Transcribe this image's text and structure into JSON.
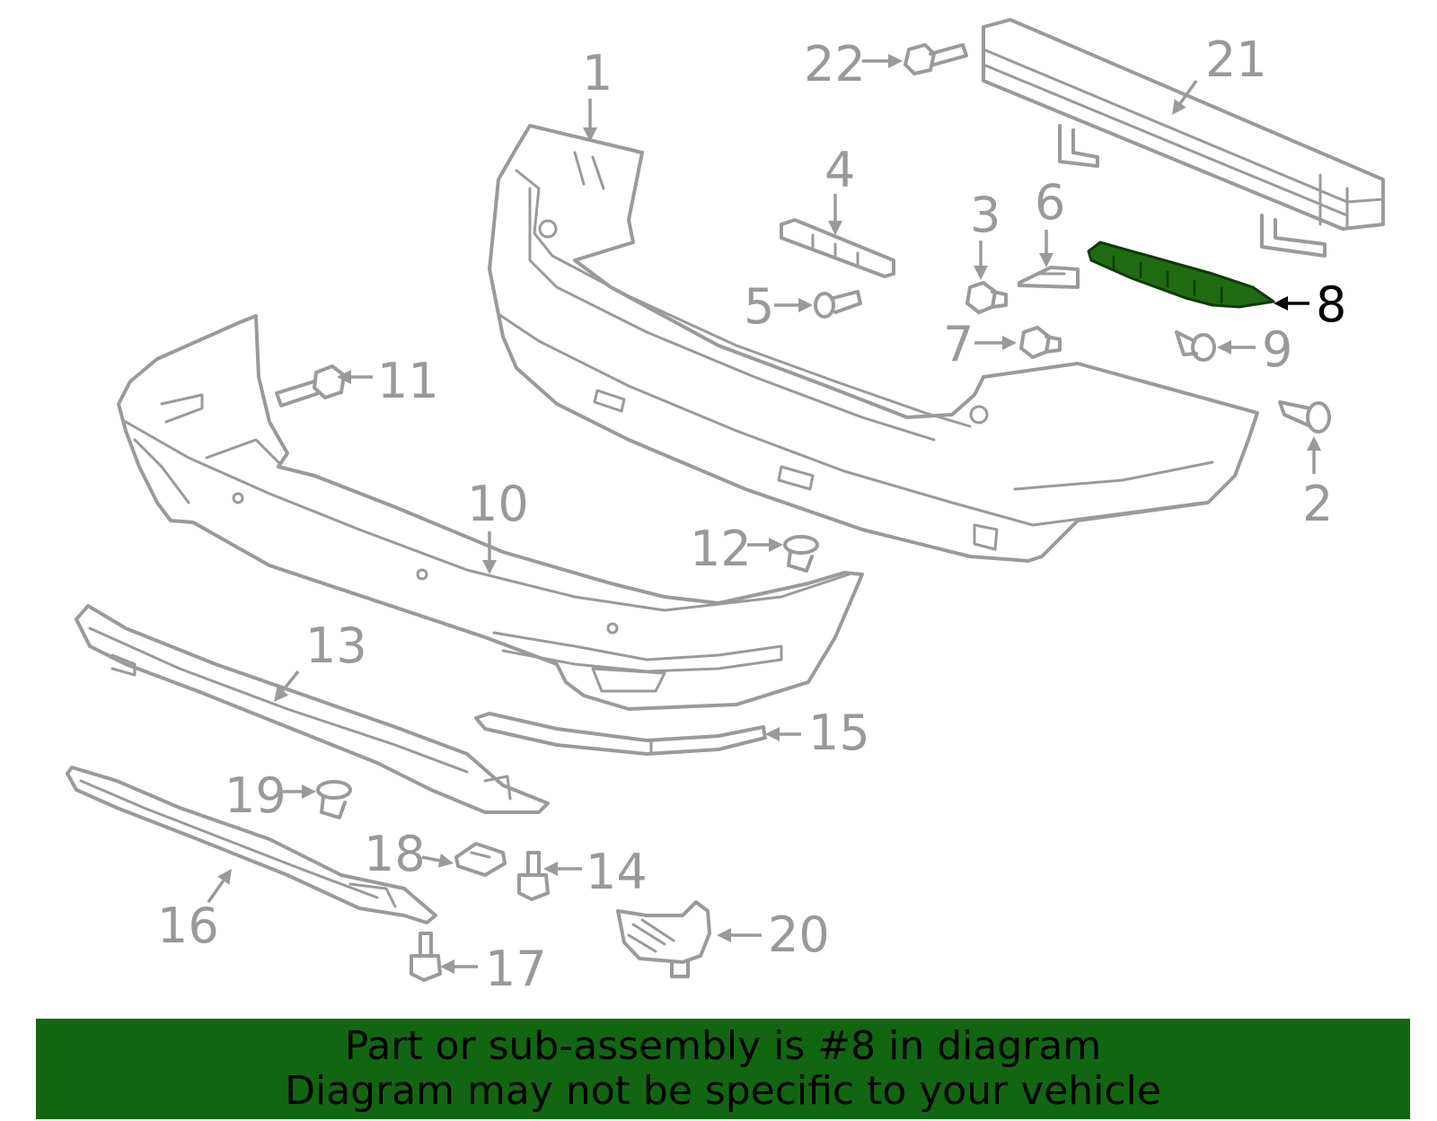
{
  "highlight_part": "8",
  "callouts": [
    {
      "number": "1"
    },
    {
      "number": "2"
    },
    {
      "number": "3"
    },
    {
      "number": "4"
    },
    {
      "number": "5"
    },
    {
      "number": "6"
    },
    {
      "number": "7"
    },
    {
      "number": "8"
    },
    {
      "number": "9"
    },
    {
      "number": "10"
    },
    {
      "number": "11"
    },
    {
      "number": "12"
    },
    {
      "number": "13"
    },
    {
      "number": "14"
    },
    {
      "number": "15"
    },
    {
      "number": "16"
    },
    {
      "number": "17"
    },
    {
      "number": "18"
    },
    {
      "number": "19"
    },
    {
      "number": "20"
    },
    {
      "number": "21"
    },
    {
      "number": "22"
    }
  ],
  "colors": {
    "line_art": "#9a9a9a",
    "highlight_fill": "#1f6b12",
    "highlight_label": "#000000",
    "banner_bg": "#126612",
    "banner_text": "#000000"
  },
  "banner": {
    "line1": "Part or sub-assembly is #8 in diagram",
    "line2": "Diagram may not be specific to your vehicle"
  }
}
